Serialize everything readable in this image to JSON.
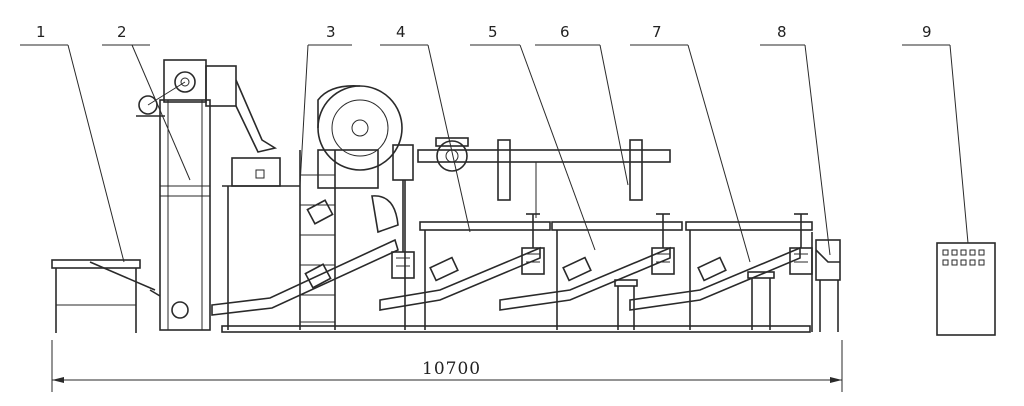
{
  "diagram": {
    "callouts": [
      "1",
      "2",
      "3",
      "4",
      "5",
      "6",
      "7",
      "8",
      "9"
    ],
    "overall_length": "10700"
  }
}
